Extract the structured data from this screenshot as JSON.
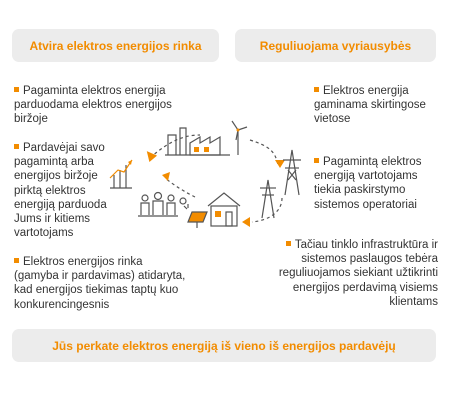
{
  "header": {
    "left_title": "Atvira elektros energijos rinka",
    "right_title": "Reguliuojama vyriausybės"
  },
  "left_points": [
    "Pagaminta elektros energija parduodama elektros energijos biržoje",
    "Pardavėjai savo pagamintą arba energijos biržoje pirktą elektros energiją parduoda Jums ir kitiems vartotojams",
    "Elektros energijos rinka (gamyba ir pardavimas) atidaryta, kad energijos tiekimas taptų kuo konkurencingesnis"
  ],
  "right_points": [
    "Elektros energija gaminama skirtingose vietose",
    "Pagamintą elektros energiją vartotojams tiekia paskirstymo sistemos operatoriai",
    "Tačiau tinklo infrastruktūra ir sistemos paslaugos tebėra reguliuojamos siekiant užtikrinti energijos perdavimą visiems klientams"
  ],
  "footer": {
    "summary": "Jūs perkate elektros energiją iš vieno iš energijos pardavėjų"
  },
  "colors": {
    "accent": "#f28c00",
    "pill_background": "#ececec",
    "icon_stroke": "#555555"
  },
  "icons": [
    "factory-icon",
    "wind-turbine-icon",
    "power-pylon-icon",
    "house-icon",
    "solar-panel-icon",
    "people-icon",
    "stock-chart-icon",
    "cycle-arrow-icon"
  ]
}
